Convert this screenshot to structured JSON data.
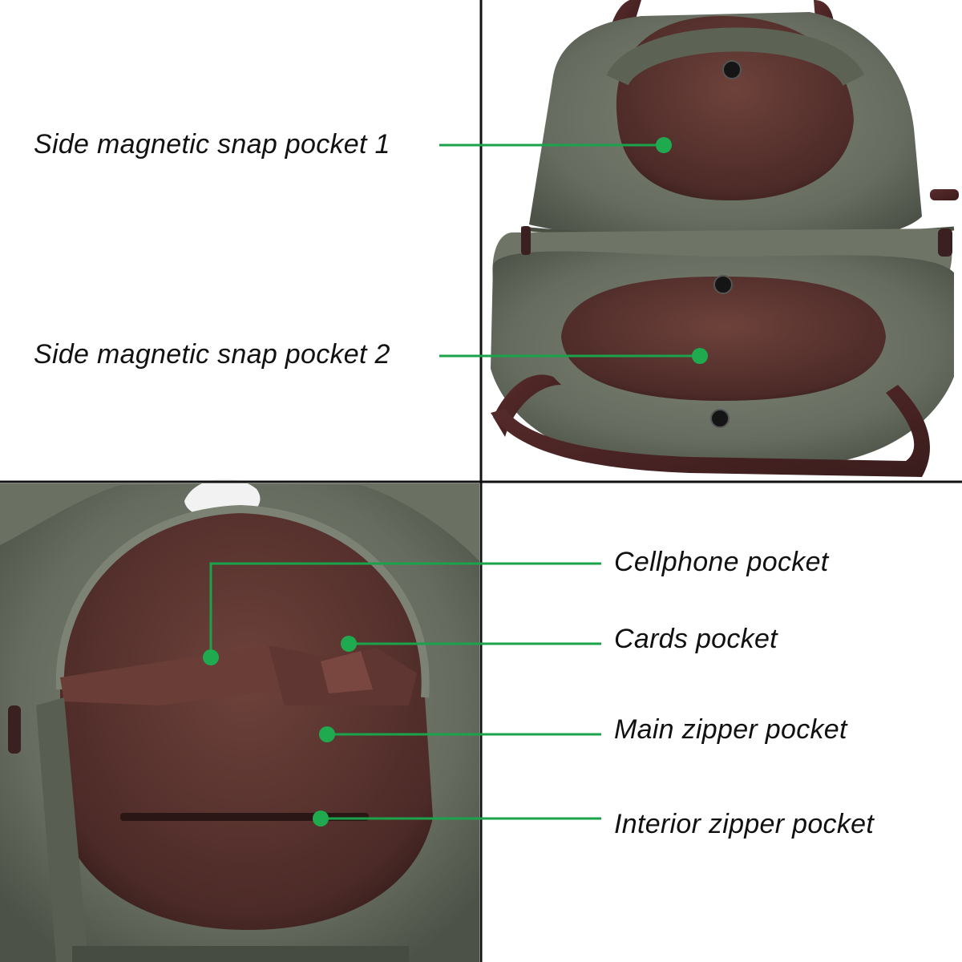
{
  "callouts": {
    "side_pocket_1": "Side magnetic snap pocket 1",
    "side_pocket_2": "Side magnetic snap pocket 2",
    "cellphone_pocket": "Cellphone pocket",
    "cards_pocket": "Cards pocket",
    "main_zipper_pocket": "Main zipper pocket",
    "interior_zipper_pocket": "Interior zipper pocket"
  },
  "colors": {
    "callout_line": "#1aa34a",
    "callout_dot": "#1faa4f",
    "canvas_fabric": "#6e7466",
    "lining": "#5a3430",
    "leather": "#4a2424",
    "divider": "#111111"
  }
}
